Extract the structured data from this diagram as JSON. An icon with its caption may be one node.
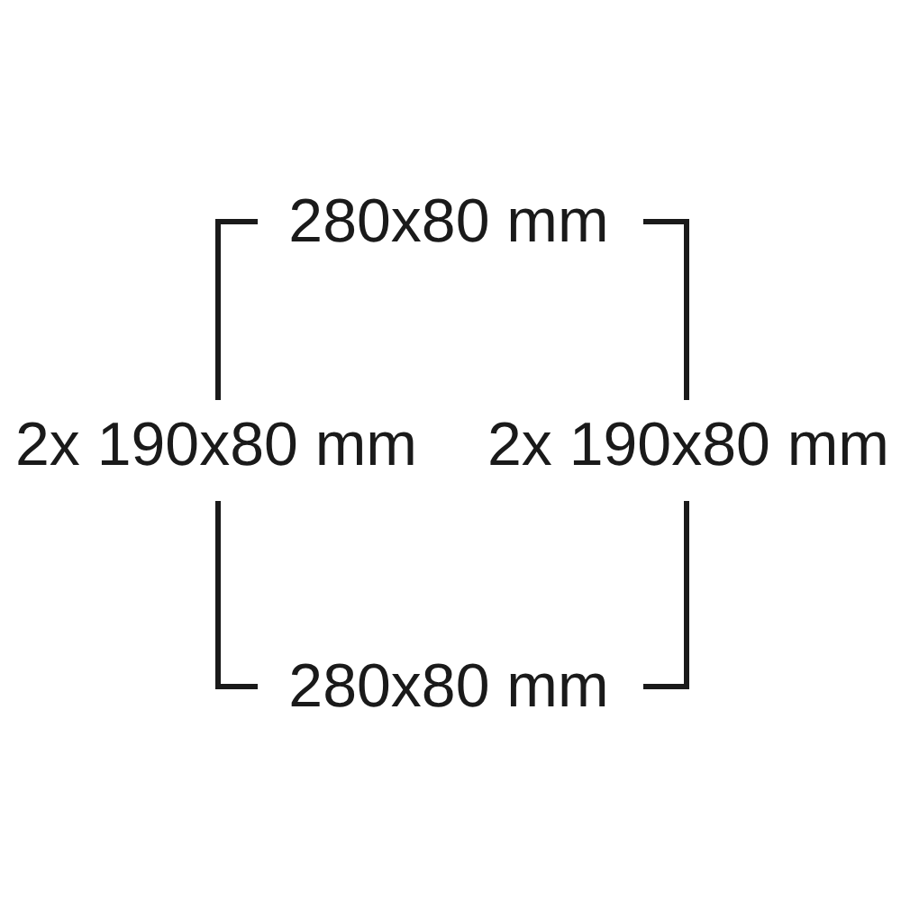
{
  "diagram": {
    "labels": [
      "280x80 mm",
      "2x 190x80 mm",
      "2x 190x80 mm",
      "280x80 mm"
    ]
  }
}
